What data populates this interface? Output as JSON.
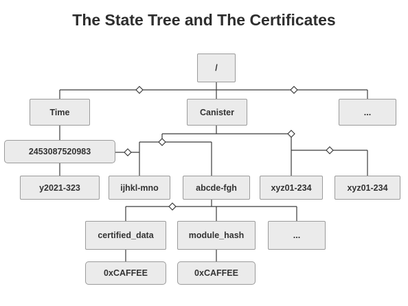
{
  "title": "The State Tree and The Certificates",
  "nodes": {
    "root": "/",
    "time": "Time",
    "canister": "Canister",
    "ellipsis_top": "...",
    "time_value": "2453087520983",
    "y2021": "y2021-323",
    "ijhkl": "ijhkl-mno",
    "abcde": "abcde-fgh",
    "xyz1": "xyz01-234",
    "xyz2": "xyz01-234",
    "certified_data": "certified_data",
    "module_hash": "module_hash",
    "ellipsis_bottom": "...",
    "certified_value": "0xCAFFEE",
    "module_value": "0xCAFFEE"
  }
}
